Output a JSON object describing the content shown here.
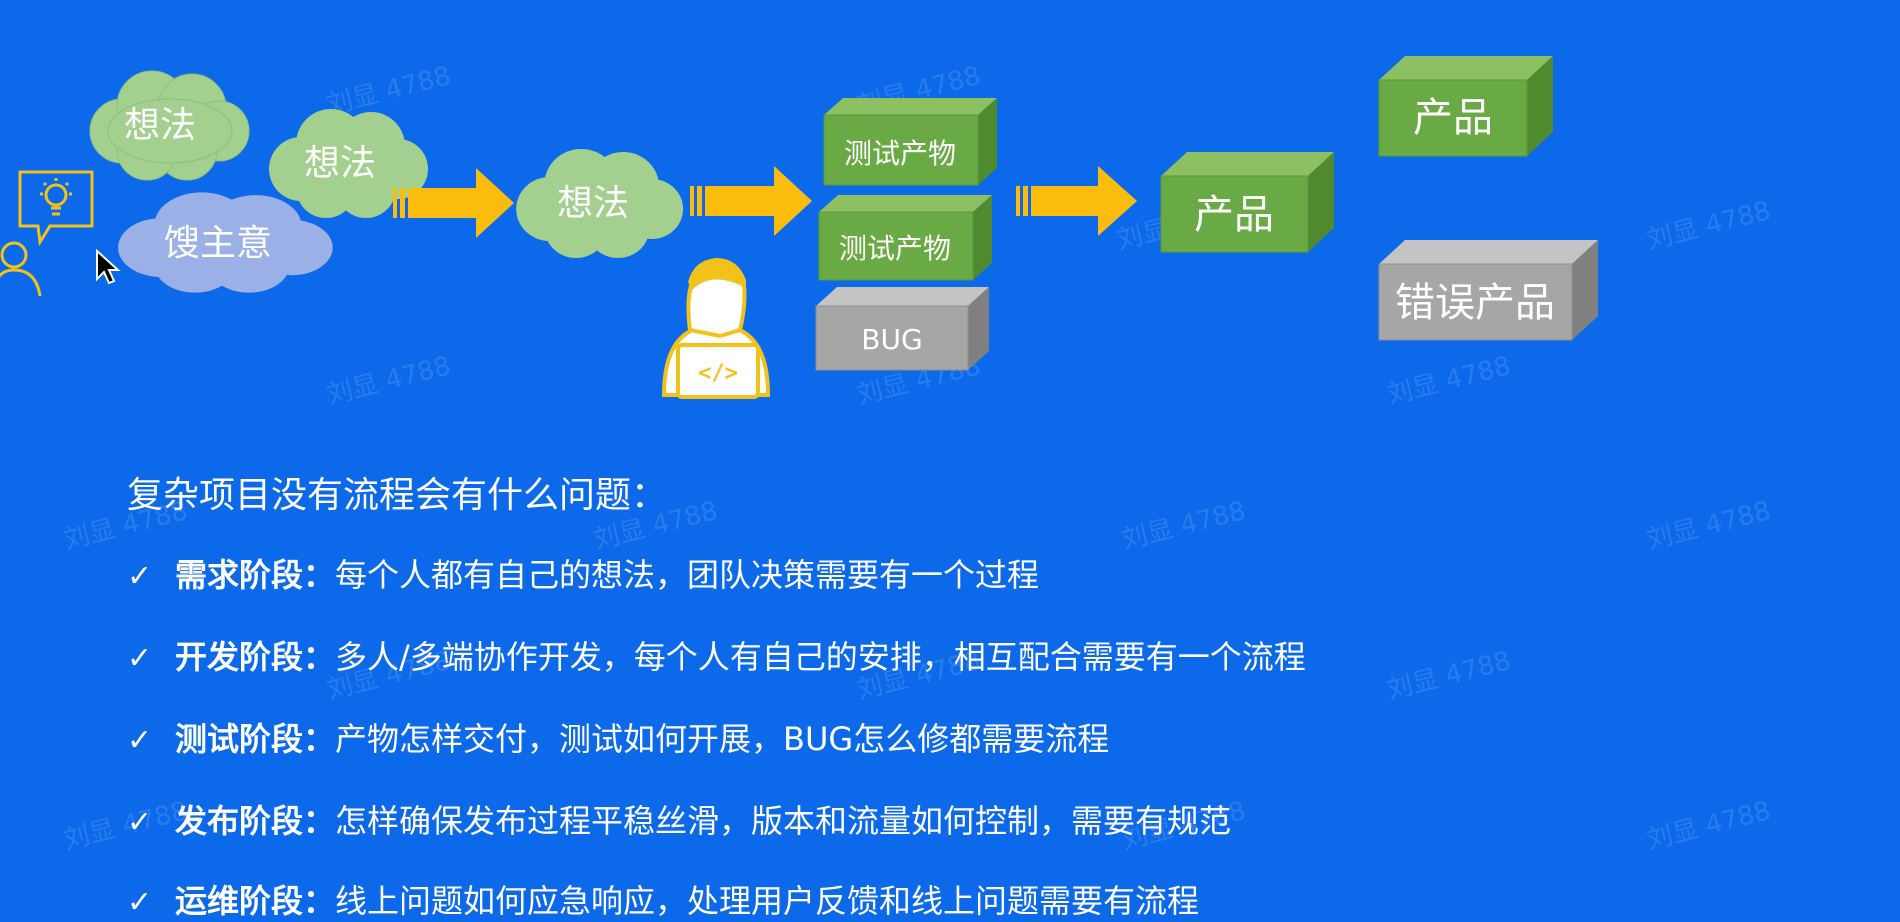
{
  "diagram": {
    "clouds": [
      "想法",
      "想法",
      "馊主意",
      "想法"
    ],
    "boxes_green_small": [
      "测试产物",
      "测试产物"
    ],
    "bug_box": "BUG",
    "product_main": "产品",
    "product_top": "产品",
    "error_product": "错误产品"
  },
  "watermark": "刘显 4788",
  "content": {
    "heading": "复杂项目没有流程会有什么问题：",
    "check_mark": "✓",
    "items": [
      {
        "label": "需求阶段：",
        "text": "每个人都有自己的想法，团队决策需要有一个过程"
      },
      {
        "label": "开发阶段：",
        "text": "多人/多端协作开发，每个人有自己的安排，相互配合需要有一个流程"
      },
      {
        "label": "测试阶段：",
        "text": "产物怎样交付，测试如何开展，BUG怎么修都需要流程"
      },
      {
        "label": "发布阶段：",
        "text": "怎样确保发布过程平稳丝滑，版本和流量如何控制，需要有规范"
      },
      {
        "label": "运维阶段：",
        "text": "线上问题如何应急响应，处理用户反馈和线上问题需要有流程"
      }
    ]
  },
  "colors": {
    "background": "#0b69ea",
    "cloud_green": "#a3cf8f",
    "cloud_purple": "#9bb0e6",
    "box_green": "#6aaa45",
    "box_gray": "#a6a6a6",
    "arrow": "#fcbc0e",
    "icon_gold": "#f2c21a"
  },
  "icons": [
    "lightbulb-chat-icon",
    "person-outline-icon",
    "developer-laptop-icon",
    "mouse-cursor-icon",
    "arrow-right-icon"
  ]
}
